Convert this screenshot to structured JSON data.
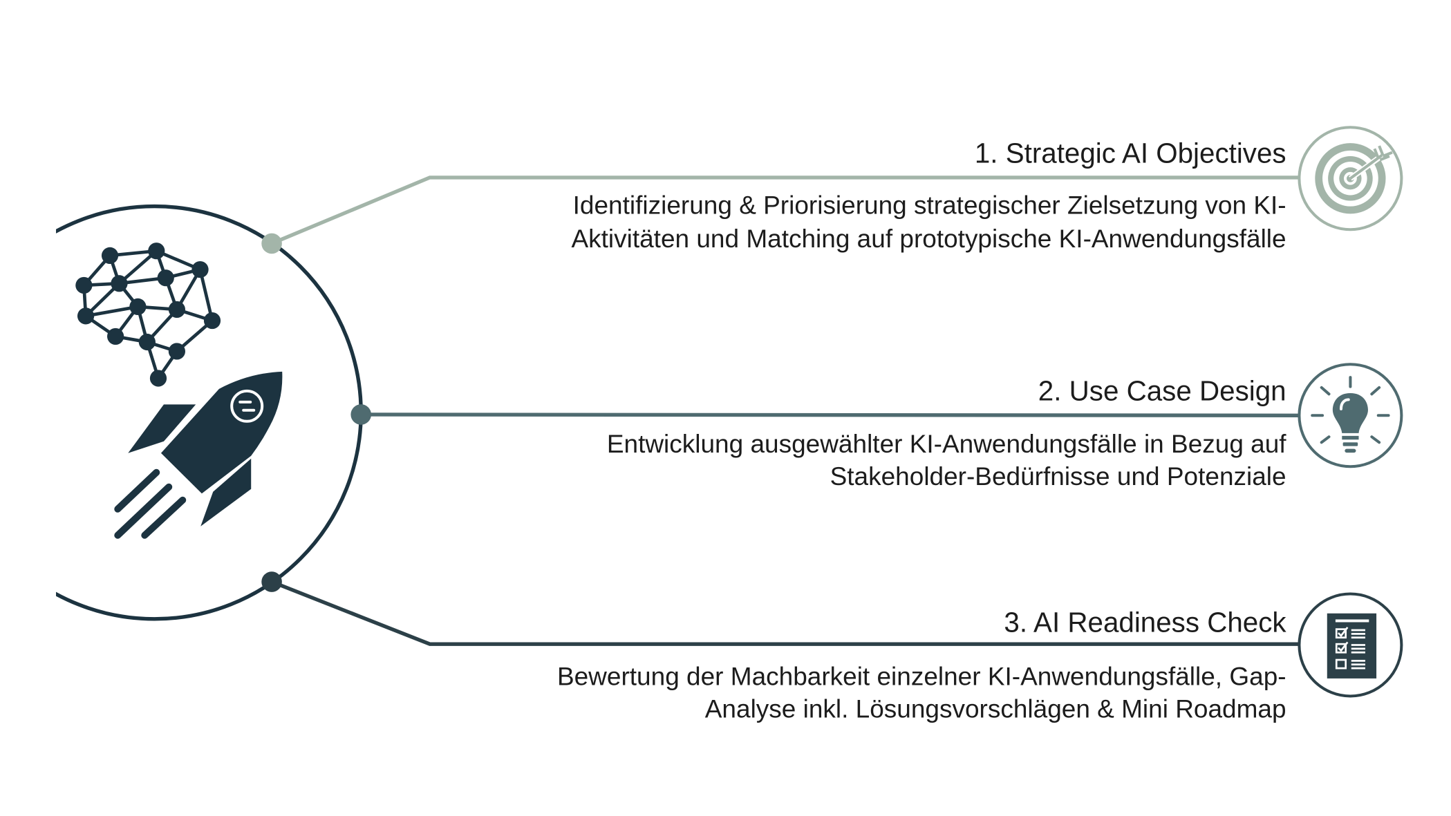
{
  "colors": {
    "step1": "#a3b5a9",
    "step2": "#4f6b70",
    "step3": "#2c4048",
    "dark": "#1c3340"
  },
  "steps": [
    {
      "title": "1. Strategic AI Objectives",
      "lines": [
        "Identifizierung & Priorisierung strategischer Zielsetzung von KI-",
        "Aktivitäten und Matching auf prototypische KI-Anwendungsfälle"
      ],
      "icon": "target-icon"
    },
    {
      "title": "2. Use Case Design",
      "lines": [
        "Entwicklung ausgewählter KI-Anwendungsfälle in Bezug auf",
        "Stakeholder-Bedürfnisse und Potenziale"
      ],
      "icon": "lightbulb-icon"
    },
    {
      "title": "3. AI Readiness Check",
      "lines": [
        "Bewertung der Machbarkeit einzelner KI-Anwendungsfälle, Gap-",
        "Analyse inkl. Lösungsvorschlägen & Mini Roadmap"
      ],
      "icon": "checklist-icon"
    }
  ]
}
